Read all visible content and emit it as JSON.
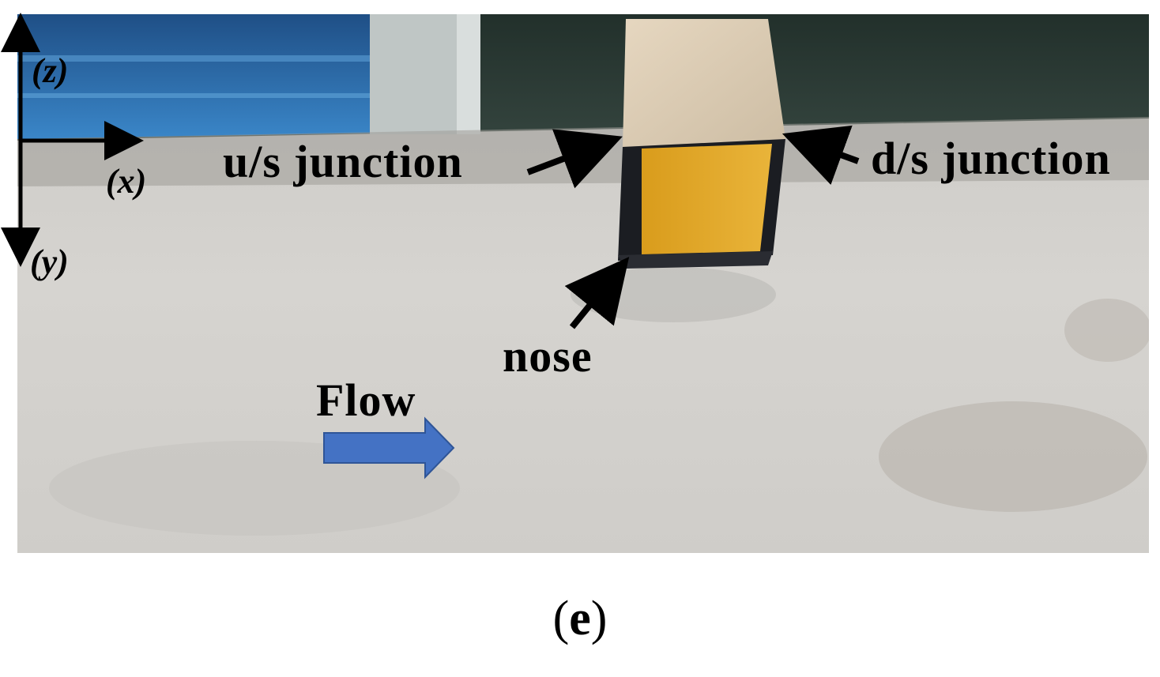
{
  "figure": {
    "axes": {
      "z": "(z)",
      "x": "(x)",
      "y": "(y)"
    },
    "annotations": {
      "us_junction": "u/s junction",
      "ds_junction": "d/s junction",
      "nose": "nose",
      "flow": "Flow"
    },
    "caption": {
      "open": "(",
      "letter": "e",
      "close": ")"
    },
    "colors": {
      "flow_arrow": "#4472c4",
      "block_face": "#e0a82a",
      "block_top": "#ddcdb4",
      "sand_bed": "#d2d0cc",
      "wall_dark": "#2a3a33",
      "wall_blue": "#2f6fa8"
    }
  }
}
